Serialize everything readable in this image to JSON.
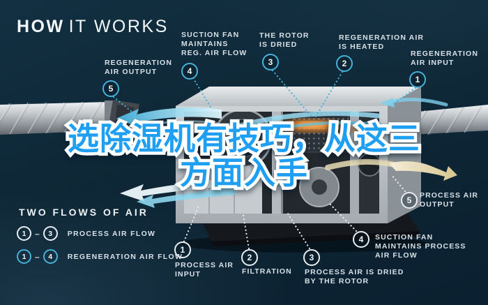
{
  "title": {
    "part_bold": "HOW",
    "part_light": "IT WORKS"
  },
  "headline": {
    "line1": "选除湿机有技巧，从这三",
    "line2": "方面入手",
    "text_color": "#1e9ff2",
    "outline_color": "#ffffff"
  },
  "colors": {
    "background": "#0e2736",
    "regeneration_accent": "#46b2d9",
    "process_accent": "#e9eef2",
    "heater_glow": "#e8872a",
    "label_text": "#d7e0e6"
  },
  "callouts": {
    "reg_output": {
      "num": "5",
      "line1": "REGENERATION",
      "line2": "AIR OUTPUT"
    },
    "suction_reg": {
      "num": "4",
      "line1": "SUCTION FAN",
      "line2": "MAINTAINS",
      "line3": "REG. AIR FLOW"
    },
    "rotor_dried": {
      "num": "3",
      "line1": "THE ROTOR",
      "line2": "IS DRIED"
    },
    "reg_heated": {
      "num": "2",
      "line1": "REGENERATION AIR",
      "line2": "IS HEATED"
    },
    "reg_input": {
      "num": "1",
      "line1": "REGENERATION",
      "line2": "AIR INPUT"
    },
    "process_input": {
      "num": "1",
      "line1": "PROCESS AIR",
      "line2": "INPUT"
    },
    "filtration": {
      "num": "2",
      "line1": "FILTRATION"
    },
    "process_dried": {
      "num": "3",
      "line1": "PROCESS AIR IS DRIED",
      "line2": "BY THE ROTOR"
    },
    "suction_process": {
      "num": "4",
      "line1": "SUCTION FAN",
      "line2": "MAINTAINS PROCESS",
      "line3": "AIR FLOW"
    },
    "process_output": {
      "num": "5",
      "line1": "PROCESS AIR",
      "line2": "OUTPUT"
    }
  },
  "legend": {
    "heading": "TWO FLOWS OF AIR",
    "rows": [
      {
        "from": "1",
        "dash": "–",
        "to": "3",
        "label": "PROCESS AIR FLOW"
      },
      {
        "from": "1",
        "dash": "–",
        "to": "4",
        "label": "REGENERATION AIR FLOW"
      }
    ]
  }
}
